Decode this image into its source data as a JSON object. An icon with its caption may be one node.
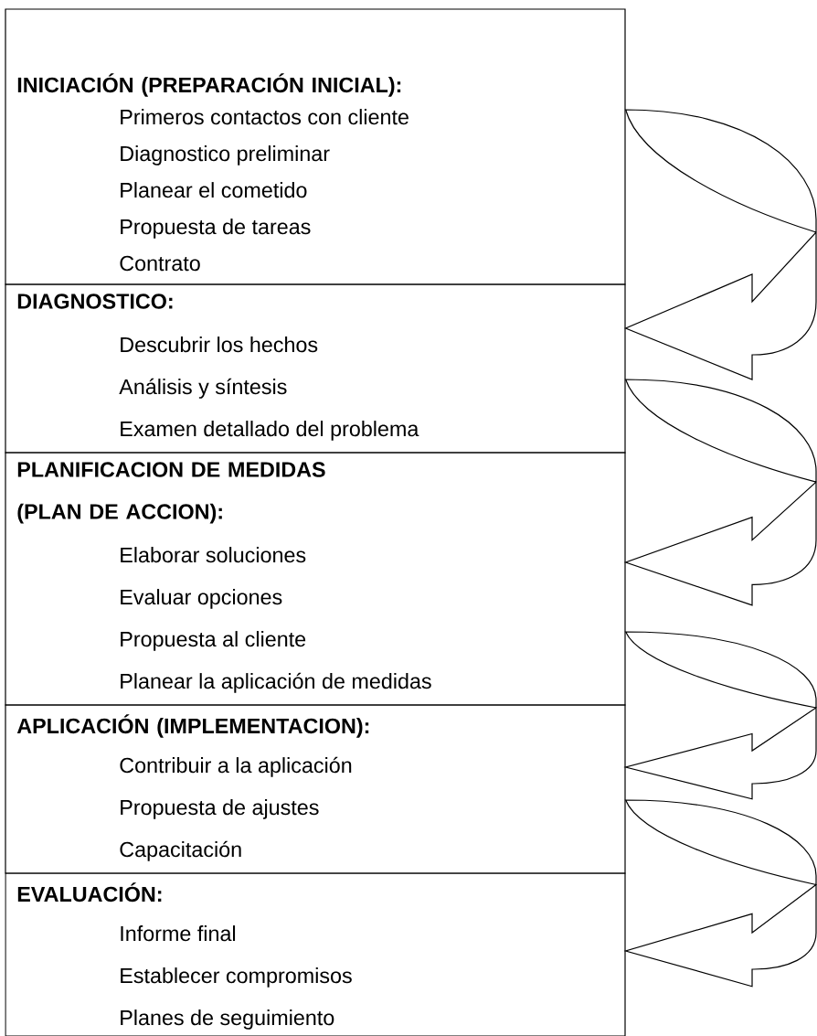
{
  "diagram": {
    "nodes": [
      {
        "text": [
          "INICIACIÓN (PREPARACIÓN INICIAL):",
          "Primeros contactos con cliente",
          "Diagnostico preliminar",
          "Planear el cometido",
          "Propuesta de tareas",
          "Contrato"
        ]
      },
      {
        "text": [
          "DIAGNOSTICO:",
          "Descubrir los hechos",
          "Análisis y síntesis",
          "Examen detallado del problema"
        ]
      },
      {
        "text": [
          "PLANIFICACION DE MEDIDAS (PLAN DE ACCION):",
          "Elaborar soluciones",
          "Evaluar opciones",
          "Propuesta al cliente",
          "Planear la aplicación de medidas"
        ]
      },
      {
        "text": [
          "APLICACIÓN (IMPLEMENTACION):",
          "Contribuir a la aplicación",
          "Propuesta de ajustes",
          "Capacitación"
        ]
      },
      {
        "text": [
          "EVALUACIÓN:",
          "Informe final",
          "Establecer compromisos",
          "Planes de seguimiento"
        ]
      }
    ],
    "edges": [
      {
        "from": 0,
        "to": 1,
        "arrow": "to"
      },
      {
        "from": 1,
        "to": 2,
        "arrow": "to"
      },
      {
        "from": 2,
        "to": 3,
        "arrow": "to"
      },
      {
        "from": 3,
        "to": 4,
        "arrow": "to"
      }
    ]
  }
}
